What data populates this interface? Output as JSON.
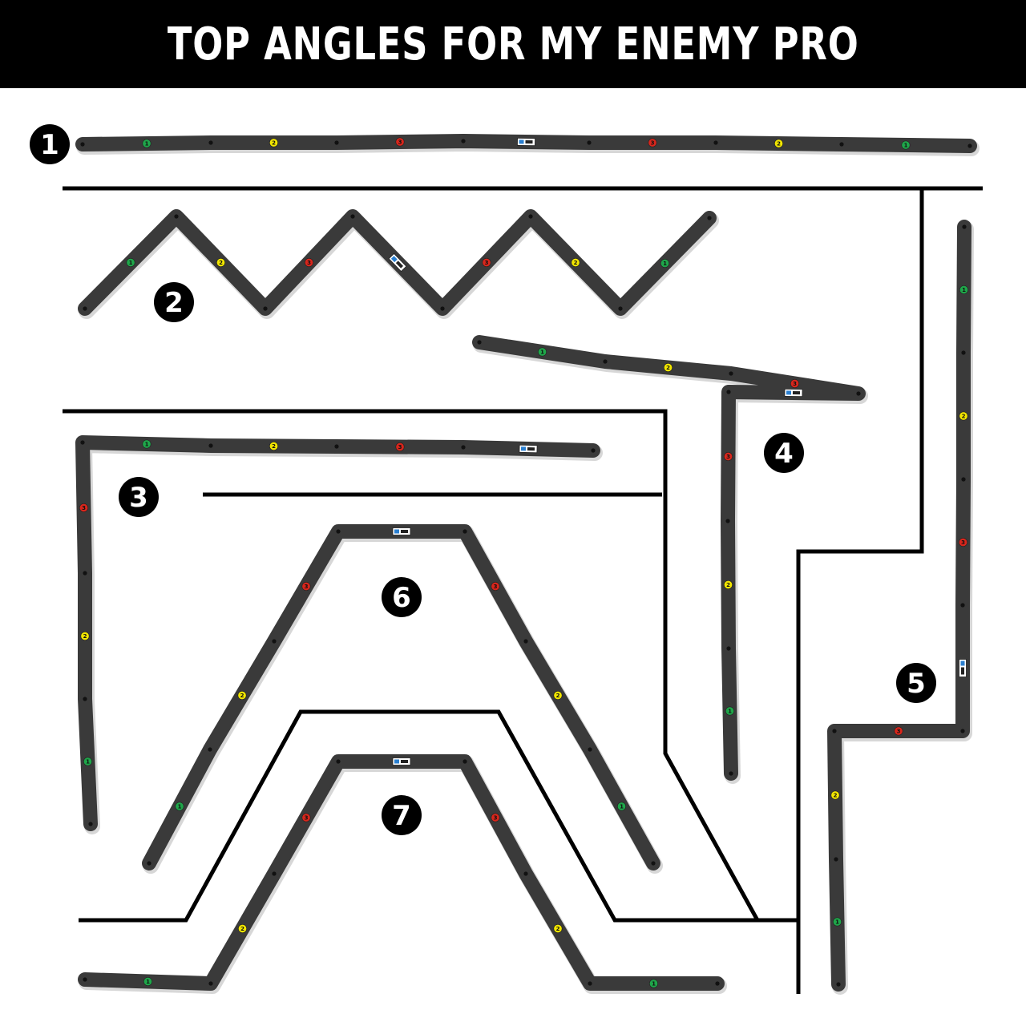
{
  "header": {
    "title": "TOP ANGLES FOR MY ENEMY PRO"
  },
  "colors": {
    "background": "#ffffff",
    "header_background": "#000000",
    "header_text": "#ffffff",
    "segment": "#3a3a3a",
    "badge_background": "#000000",
    "badge_text": "#ffffff",
    "wall": "#000000",
    "marker_green": "#1fa64a",
    "marker_yellow": "#f2e600",
    "marker_red": "#d8261c"
  },
  "configurations": [
    {
      "label": "1",
      "markers": [
        "1",
        "2",
        "3",
        "logo",
        "3",
        "2",
        "1"
      ]
    },
    {
      "label": "2",
      "markers": [
        "1",
        "2",
        "3",
        "logo",
        "3",
        "2",
        "1"
      ]
    },
    {
      "label": "3",
      "markers": [
        "logo",
        "3",
        "2",
        "1",
        "3",
        "2",
        "1"
      ]
    },
    {
      "label": "4",
      "markers": [
        "1",
        "2",
        "3",
        "logo",
        "3",
        "2",
        "1"
      ]
    },
    {
      "label": "5",
      "markers": [
        "1",
        "2",
        "3",
        "logo",
        "3",
        "2",
        "1"
      ]
    },
    {
      "label": "6",
      "markers": [
        "1",
        "2",
        "3",
        "logo",
        "3",
        "2",
        "1"
      ]
    },
    {
      "label": "7",
      "markers": [
        "1",
        "2",
        "3",
        "logo",
        "3",
        "2",
        "1"
      ]
    }
  ],
  "marker_colors": {
    "1": "green",
    "2": "yellow",
    "3": "red"
  }
}
